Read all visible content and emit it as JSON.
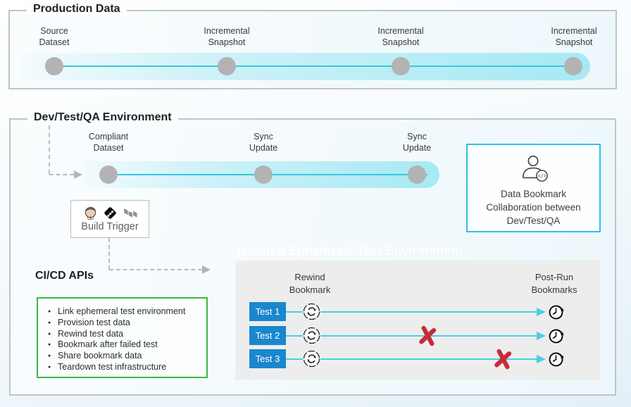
{
  "production": {
    "title": "Production Data",
    "milestones": [
      "Source\nDataset",
      "Incremental\nSnapshot",
      "Incremental\nSnapshot",
      "Incremental\nSnapshot"
    ]
  },
  "dev": {
    "title": "Dev/Test/QA Environment",
    "milestones": [
      "Compliant\nDataset",
      "Sync\nUpdate",
      "Sync\nUpdate"
    ],
    "build_trigger": {
      "label": "Build Trigger",
      "icons": [
        "jenkins-icon",
        "git-icon",
        "terraform-icon"
      ]
    },
    "bookmark_box": {
      "icon": "user-code-icon",
      "label": "Data Bookmark\nCollaboration between\nDev/Test/QA"
    },
    "faint_label": "Isolated Ephemeral Test Environment",
    "cicd": {
      "title": "CI/CD APIs",
      "items": [
        "Link ephemeral test environment",
        "Provision test data",
        "Rewind test data",
        "Bookmark after failed test",
        "Share bookmark data",
        "Teardown test infrastructure"
      ]
    },
    "test_panel": {
      "rewind_header": "Rewind\nBookmark",
      "postrun_header": "Post-Run\nBookmarks",
      "tests": [
        {
          "label": "Test 1",
          "status": "passed"
        },
        {
          "label": "Test 2",
          "status": "failed-mid"
        },
        {
          "label": "Test 3",
          "status": "failed-late"
        }
      ]
    }
  },
  "colors": {
    "timeline_band": "#a6e9f4",
    "timeline_line": "#35c9dc",
    "milestone_dot": "#b3b3b3",
    "test_chip_blue": "#1a87cd",
    "row_line_cyan": "#49cfe5",
    "failure_red": "#c82b3a",
    "cicd_green": "#3cb843",
    "bookmark_cyan": "#2bc3e4"
  }
}
